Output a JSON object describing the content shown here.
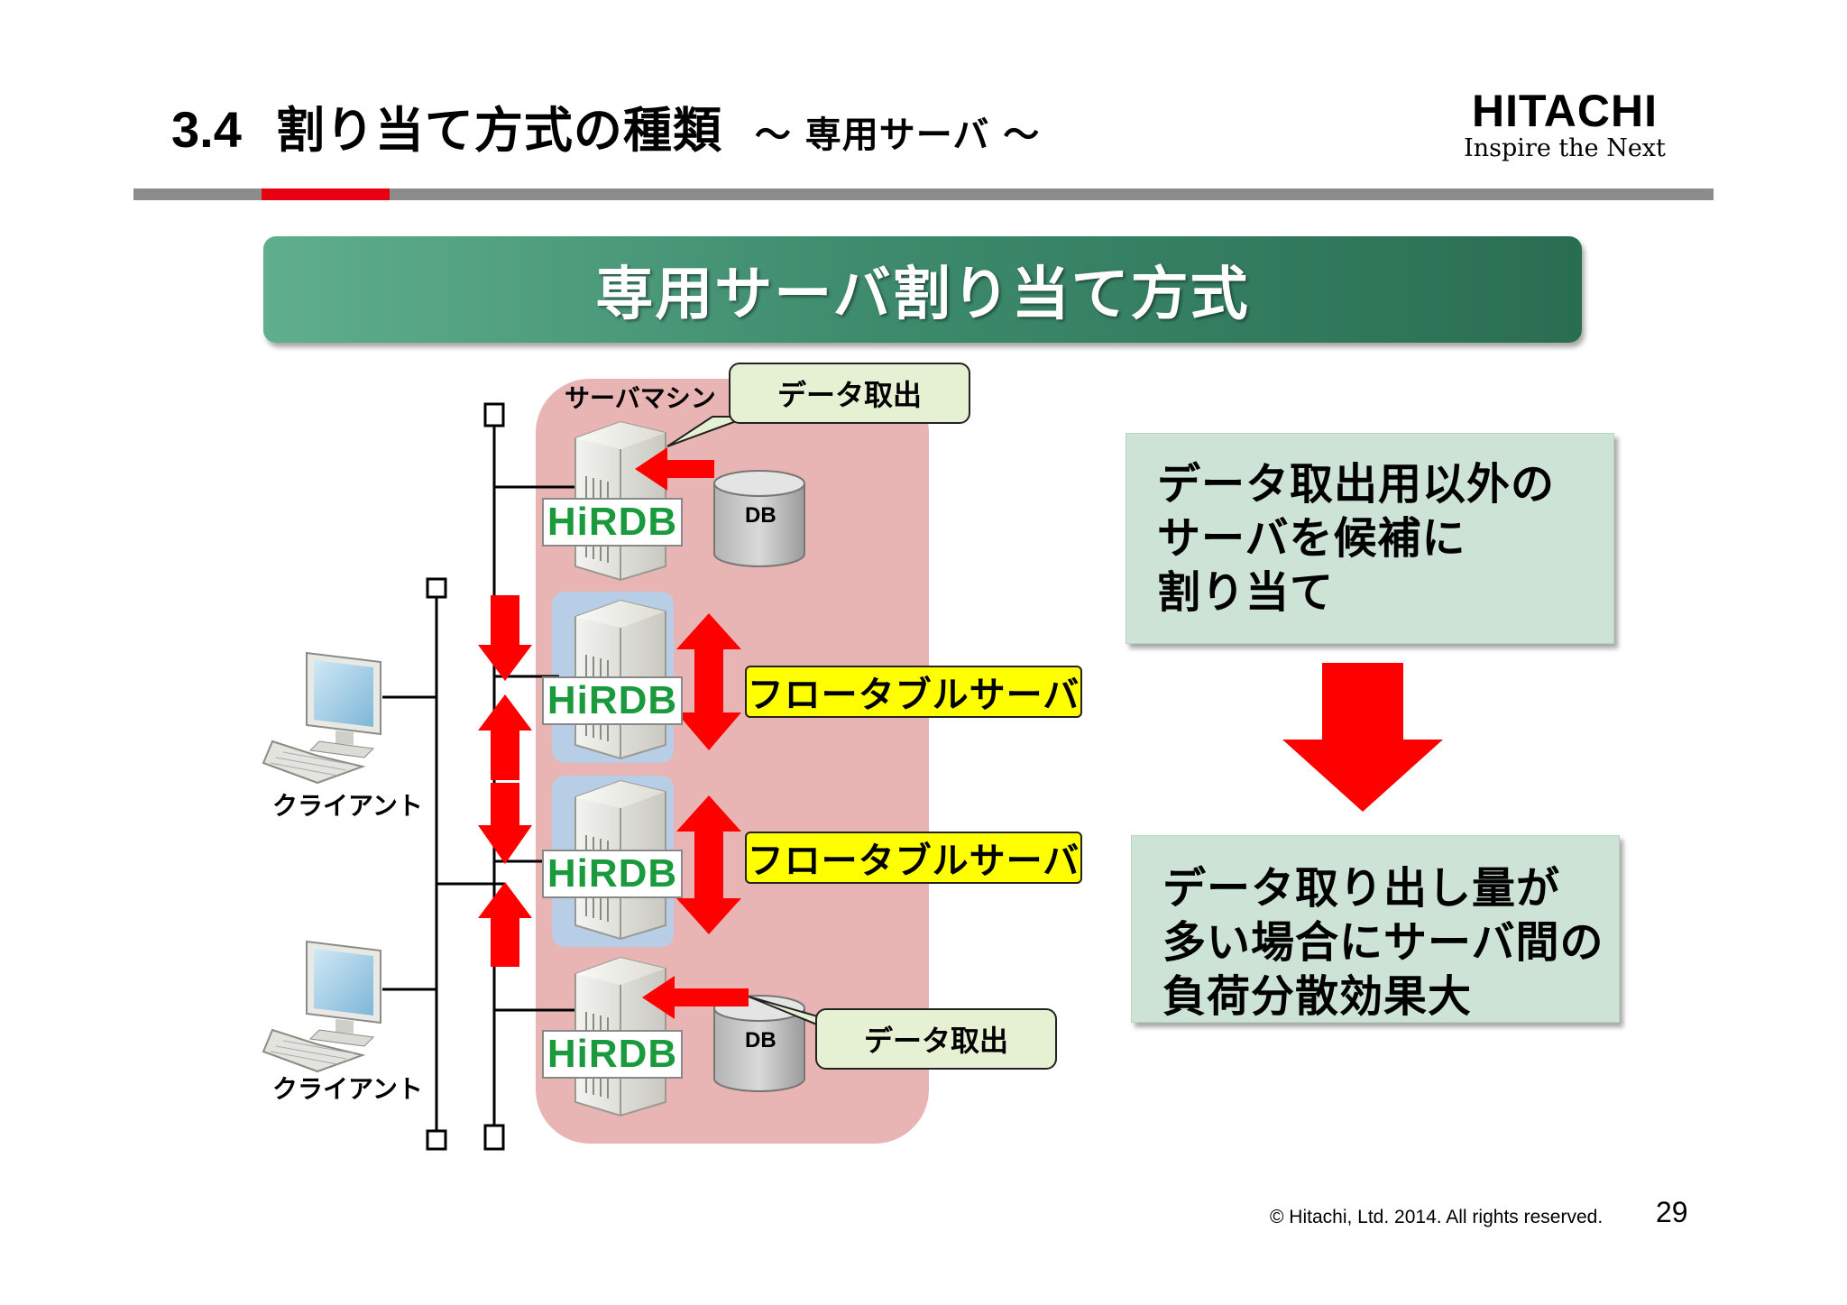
{
  "header": {
    "section_number": "3.4",
    "title": "割り当て方式の種類",
    "subtitle": "～ 専用サーバ ～"
  },
  "logo": {
    "brand": "HITACHI",
    "tagline": "Inspire the Next"
  },
  "banner": {
    "title": "専用サーバ割り当て方式"
  },
  "diagram": {
    "server_machine_label": "サーバマシン",
    "callout_top": "データ取出",
    "callout_bottom": "データ取出",
    "db_label_top": "DB",
    "db_label_bottom": "DB",
    "hirdb_label": "HiRDB",
    "floatable_1": "フロータブルサーバ",
    "floatable_2": "フロータブルサーバ",
    "client_1": "クライアント",
    "client_2": "クライアント"
  },
  "right_panel": {
    "box_top": "データ取出用以外の\nサーバを候補に\n割り当て",
    "box_bottom": "データ取り出し量が\n多い場合にサーバ間の\n負荷分散効果大"
  },
  "footer": {
    "copyright": "© Hitachi, Ltd. 2014. All rights reserved.",
    "page_number": "29"
  },
  "colors": {
    "accent_red": "#e60012",
    "banner_green": "#3e8c6d",
    "arrow_red": "#ff0000",
    "box_green": "#cce3d6",
    "highlight_yellow": "#ffff00"
  }
}
